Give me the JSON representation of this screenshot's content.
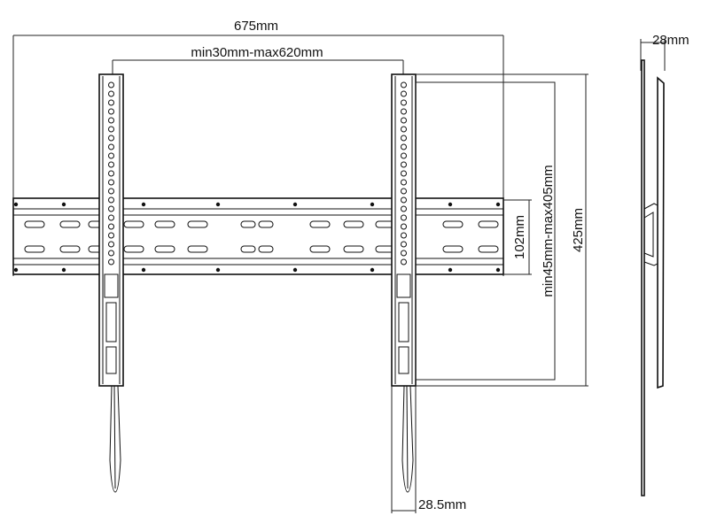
{
  "dimensions": {
    "overall_width": "675mm",
    "arm_spacing": "min30mm-max620mm",
    "wall_plate_height": "102mm",
    "vertical_range": "min45mm-max405mm",
    "arm_height": "425mm",
    "arm_width": "28.5mm",
    "depth": "28mm"
  },
  "colors": {
    "line": "#111111",
    "background": "#ffffff"
  }
}
